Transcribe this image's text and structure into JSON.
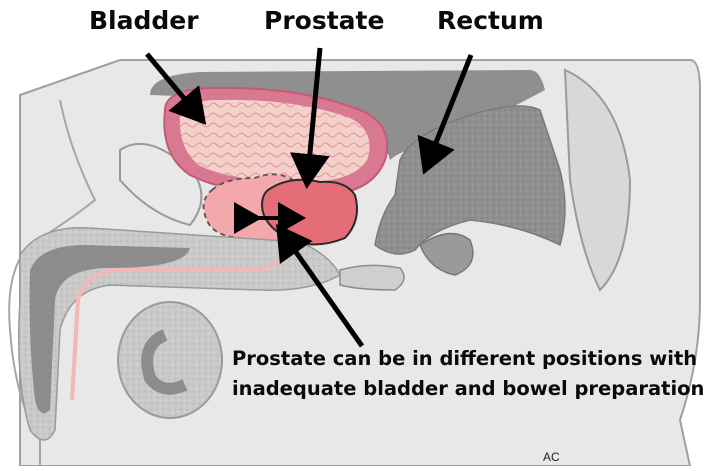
{
  "labels": {
    "bladder": "Bladder",
    "prostate": "Prostate",
    "rectum": "Rectum"
  },
  "caption": {
    "line1": "Prostate can be in different positions with",
    "line2": "inadequate bladder and bowel preparation"
  },
  "credit": "AC",
  "colors": {
    "body_fill": "#e6e6e6",
    "body_outline": "#9a9a9a",
    "dark_gray": "#8c8c8c",
    "bladder_wall": "#d9728f",
    "bladder_inner": "#f2c7c4",
    "prostate_solid": "#e06a74",
    "prostate_dashed": "#f3a9ab",
    "urethra": "#f4b6b6",
    "arrow": "#000000"
  }
}
